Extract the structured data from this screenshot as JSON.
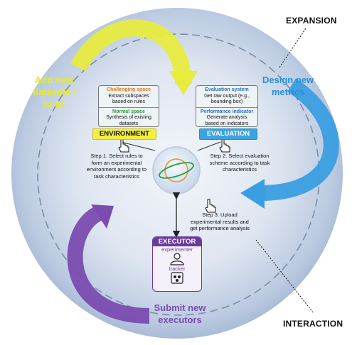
{
  "corners": {
    "expansion": "EXPANSION",
    "interaction": "INTERACTION"
  },
  "feedbacks": {
    "add_datasets": [
      "Add new",
      "datasets /",
      "rules"
    ],
    "design_metrics": [
      "Design new",
      "metrics"
    ],
    "submit_executors": [
      "Submit new",
      "executors"
    ]
  },
  "environment": {
    "tag": "ENVIRONMENT",
    "challenging_title": "Challenging space",
    "challenging_text": [
      "Extract subspaces",
      "based on rules"
    ],
    "normal_title": "Normal space",
    "normal_text": [
      "Synthesis of existing",
      "datasets"
    ]
  },
  "evaluation": {
    "tag": "EVALUATION",
    "system_title": "Evaluation system",
    "system_text": [
      "Get raw output (e.g.,",
      "bounding box)"
    ],
    "indicator_title": "Performance indicator",
    "indicator_text": [
      "Generate analysis",
      "based on indicators"
    ]
  },
  "executor": {
    "title": "EXECUTOR",
    "experimenter": "experimenter",
    "tracker": "tracker"
  },
  "steps": {
    "step1": [
      "Step 1. Select rules to",
      "form an experimental",
      "environment according to",
      "task characteristics"
    ],
    "step2": [
      "Step 2. Select evaluation",
      "scheme according to task",
      "characteristics"
    ],
    "step3": [
      "Step 3. Upload",
      "experimental results and",
      "get performance analysis"
    ]
  },
  "colors": {
    "yellow_arrow": "#e8ec3c",
    "blue_arrow": "#3a9ee0",
    "purple_arrow": "#7a4cb0",
    "sphere_outer": "#aebfd9",
    "sphere_inner": "#eef2f8",
    "executor_purple": "#6a3b9c"
  },
  "icons": [
    "hand-pointer-icon",
    "planet-icon",
    "person-icon",
    "tracker-icon"
  ]
}
